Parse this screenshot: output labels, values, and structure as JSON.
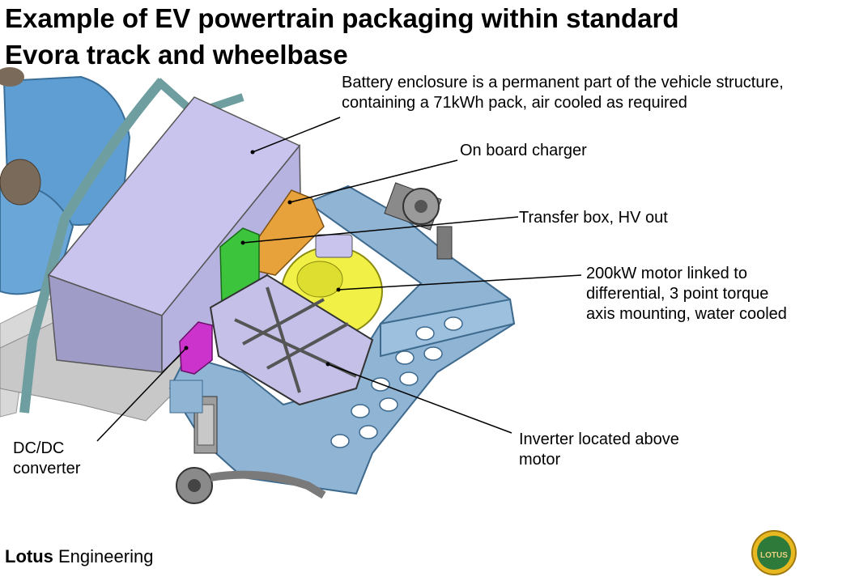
{
  "title": {
    "line1": "Example of EV powertrain packaging within standard",
    "line2": "Evora track and wheelbase"
  },
  "callouts": {
    "battery": "Battery enclosure is a permanent part of the vehicle structure,\ncontaining a 71kWh pack, air cooled as required",
    "charger": "On board charger",
    "transfer": "Transfer box, HV out",
    "motor": "200kW motor linked to\ndifferential, 3 point torque\naxis mounting, water cooled",
    "inverter": "Inverter located above\nmotor",
    "dcdc": "DC/DC\nconverter"
  },
  "footer": {
    "brand_bold": "Lotus",
    "brand_rest": " Engineering",
    "logo_text": "LOTUS"
  },
  "colors": {
    "battery": "#b7b3e0",
    "battery_side": "#a09cc8",
    "charger": "#e8a23c",
    "transfer": "#3cc43c",
    "motor": "#f0f046",
    "inverter": "#c4c0e8",
    "dcdc": "#cc33cc",
    "chassis": "#8fb4d4",
    "frame": "#6e9ea0",
    "seat": "#5f9ed3",
    "logo_outer": "#e8b820",
    "logo_inner": "#2e7a3a"
  }
}
